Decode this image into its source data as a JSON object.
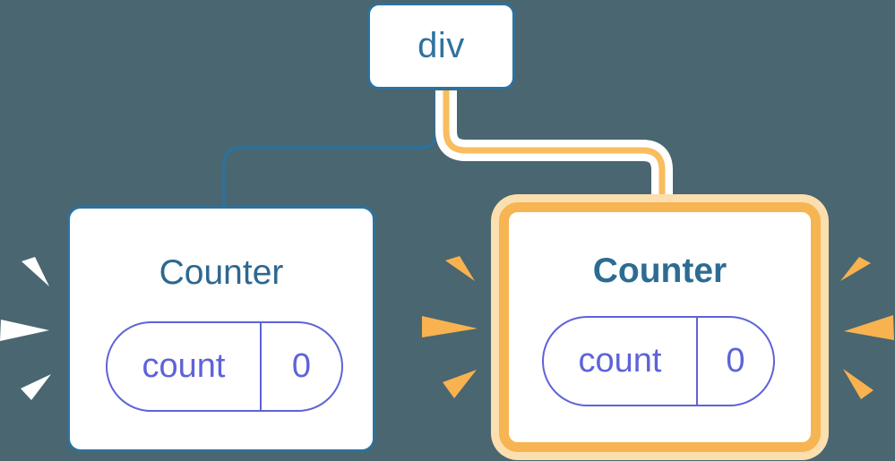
{
  "diagram": {
    "root_node": {
      "label": "div"
    },
    "children": [
      {
        "title": "Counter",
        "state_key": "count",
        "state_value": "0",
        "highlighted": false
      },
      {
        "title": "Counter",
        "state_key": "count",
        "state_value": "0",
        "highlighted": true
      }
    ]
  },
  "colors": {
    "background": "#4A6670",
    "tree_blue": "#2E719D",
    "title_blue": "#2D6890",
    "state_purple": "#5E63D8",
    "highlight_orange_border": "#F7B452",
    "highlight_ring": "#FBDFAE",
    "connector_orange": "#F9BC5F",
    "spark_orange": "#F8B250",
    "spark_white": "#FFFFFF",
    "card_background": "#FFFFFF"
  }
}
